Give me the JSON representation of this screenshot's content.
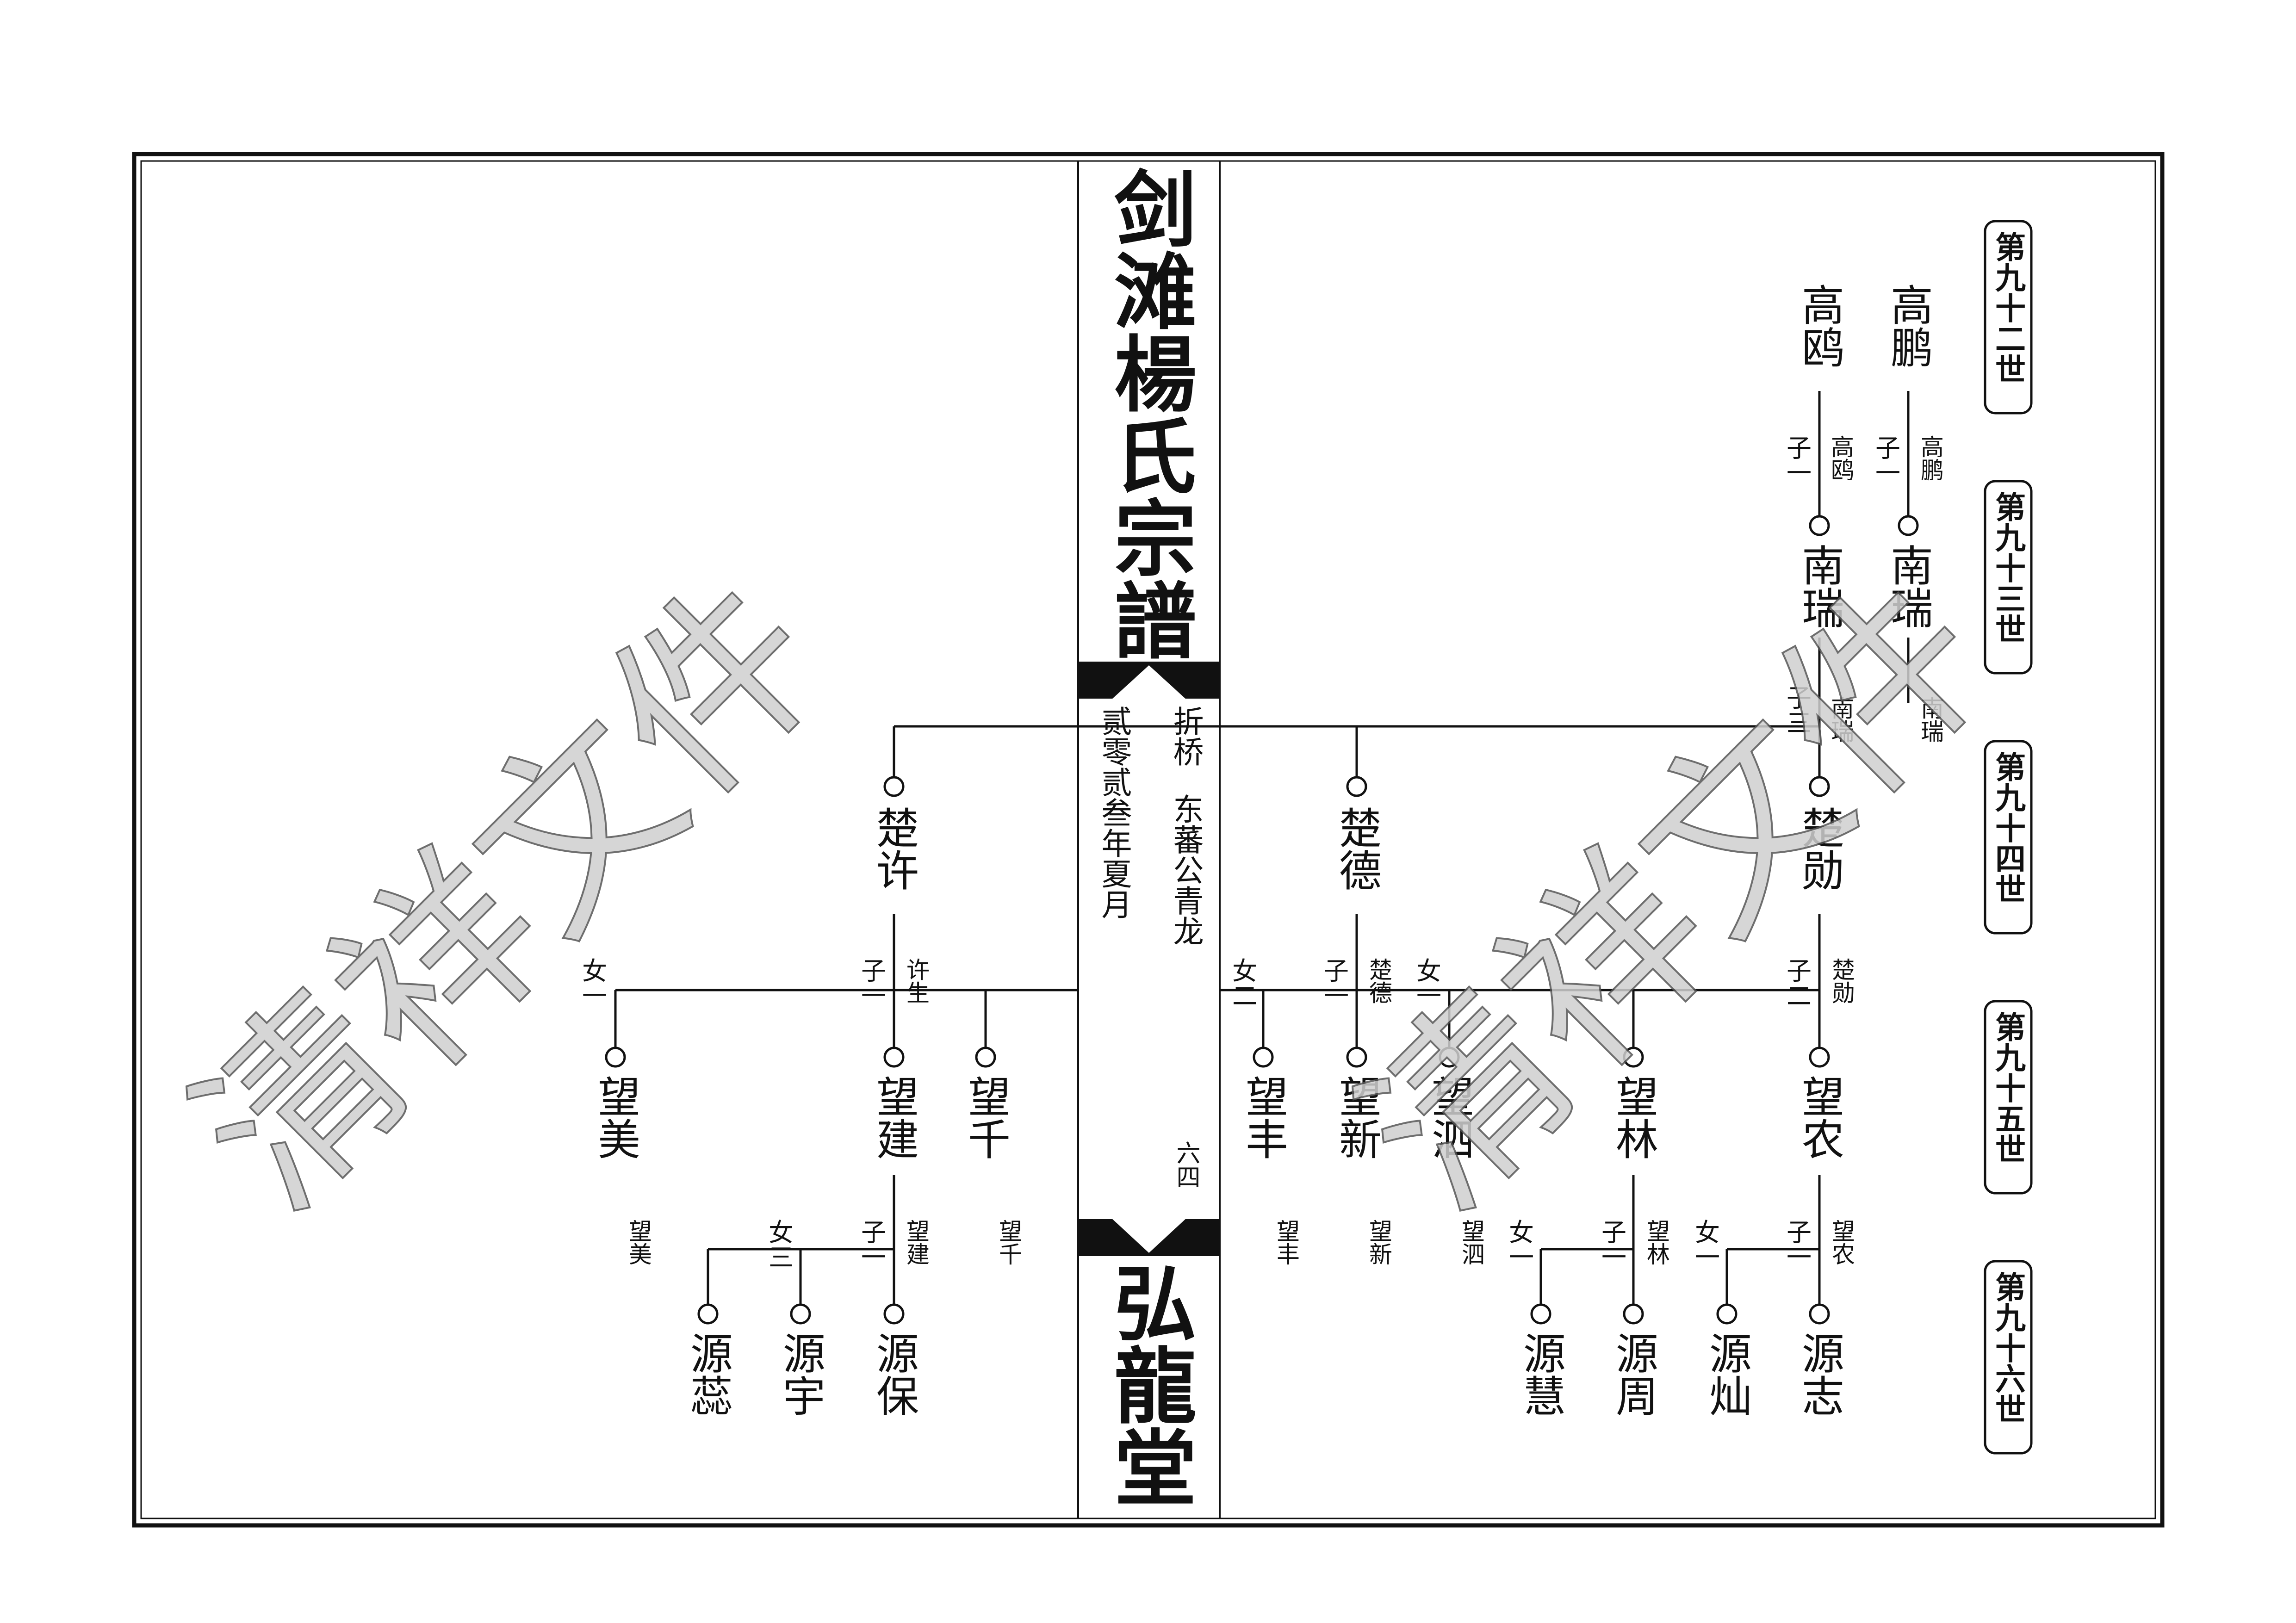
{
  "spine": {
    "title": "剑滩楊氏宗譜",
    "hall": "弘龍堂",
    "compiler_place": "折桥",
    "compiler_name": "东蕃公青龙",
    "date": "贰零贰叁年夏月",
    "page_number": "六四"
  },
  "generations": [
    "第九十二世",
    "第九十三世",
    "第九十四世",
    "第九十五世",
    "第九十六世"
  ],
  "watermark": "清祥文件",
  "names": {
    "gaopeng": "高鹏",
    "gaoou": "高鸥",
    "nanrui_1": "南瑞",
    "nanrui_2": "南瑞",
    "chuxu": "楚许",
    "chude": "楚德",
    "chuxun": "楚勋",
    "wangmei": "望美",
    "wangjian": "望建",
    "wangqian": "望千",
    "wangfeng": "望丰",
    "wangxin": "望新",
    "wangsi": "望泗",
    "wanglin": "望林",
    "wangnong": "望农",
    "yuanrui": "源蕊",
    "yuanyu": "源宇",
    "yuanbao": "源保",
    "yuanhui": "源慧",
    "yuanzhou": "源周",
    "yuancan": "源灿",
    "yuanzhi": "源志"
  },
  "notes": {
    "gaopeng_rank": "子一",
    "gaopeng_parent": "高鹏",
    "gaoou_rank": "子一",
    "gaoou_parent": "高鸥",
    "nanrui_1_rank": "子三",
    "nanrui_1_parent": "南瑞",
    "nanrui_2_parent": "南瑞",
    "chuxu_parent": "许生",
    "chuxu_son_rank": "子一",
    "chuxu_dau_rank": "女一",
    "chude_parent": "楚德",
    "chude_son_rank": "子一",
    "chude_dau_rank": "女二",
    "chuxun_parent": "楚勋",
    "chuxun_son_rank": "子二",
    "chuxun_dau_rank": "女一",
    "wangjian_parent": "望建",
    "wangjian_son_rank": "子一",
    "wangjian_dau_rank": "女三",
    "wangmei_parent": "望美",
    "wangqian_parent": "望千",
    "wangfeng_parent": "望丰",
    "wangxin_parent": "望新",
    "wangsi_parent": "望泗",
    "wangsi_dau_rank": "女一",
    "wanglin_parent": "望林",
    "wanglin_son_rank": "子一",
    "wangnong_parent": "望农",
    "wangnong_son_rank": "子一",
    "wangnong_dau_rank": "女一"
  },
  "colors": {
    "ink": "#111111",
    "watermark_fill": "#cfcfcf",
    "watermark_stroke": "#555555",
    "paper": "#ffffff"
  }
}
